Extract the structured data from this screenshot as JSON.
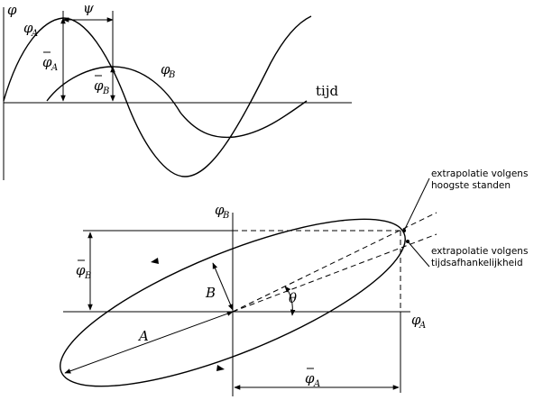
{
  "top_plot": {
    "y_axis_label": "φ",
    "x_axis_label": "tijd",
    "phase_shift_label": "ψ",
    "curve_a_label": {
      "base": "φ",
      "sub": "A"
    },
    "curve_b_label": {
      "base": "φ",
      "sub": "B"
    },
    "amp_a_label": {
      "base": "φ",
      "sub": "A"
    },
    "amp_b_label": {
      "base": "φ",
      "sub": "B"
    }
  },
  "bottom_plot": {
    "y_axis_label": {
      "base": "φ",
      "sub": "B"
    },
    "x_axis_label": {
      "base": "φ",
      "sub": "A"
    },
    "amp_b_label": {
      "base": "φ",
      "sub": "B"
    },
    "amp_a_label": {
      "base": "φ",
      "sub": "A"
    },
    "major_axis_label": "A",
    "minor_axis_label": "B",
    "angle_label": "θ",
    "note_1": [
      "extrapolatie volgens",
      "hoogste standen"
    ],
    "note_2": [
      "extrapolatie volgens",
      "tijdsafhankelijkheid"
    ]
  }
}
